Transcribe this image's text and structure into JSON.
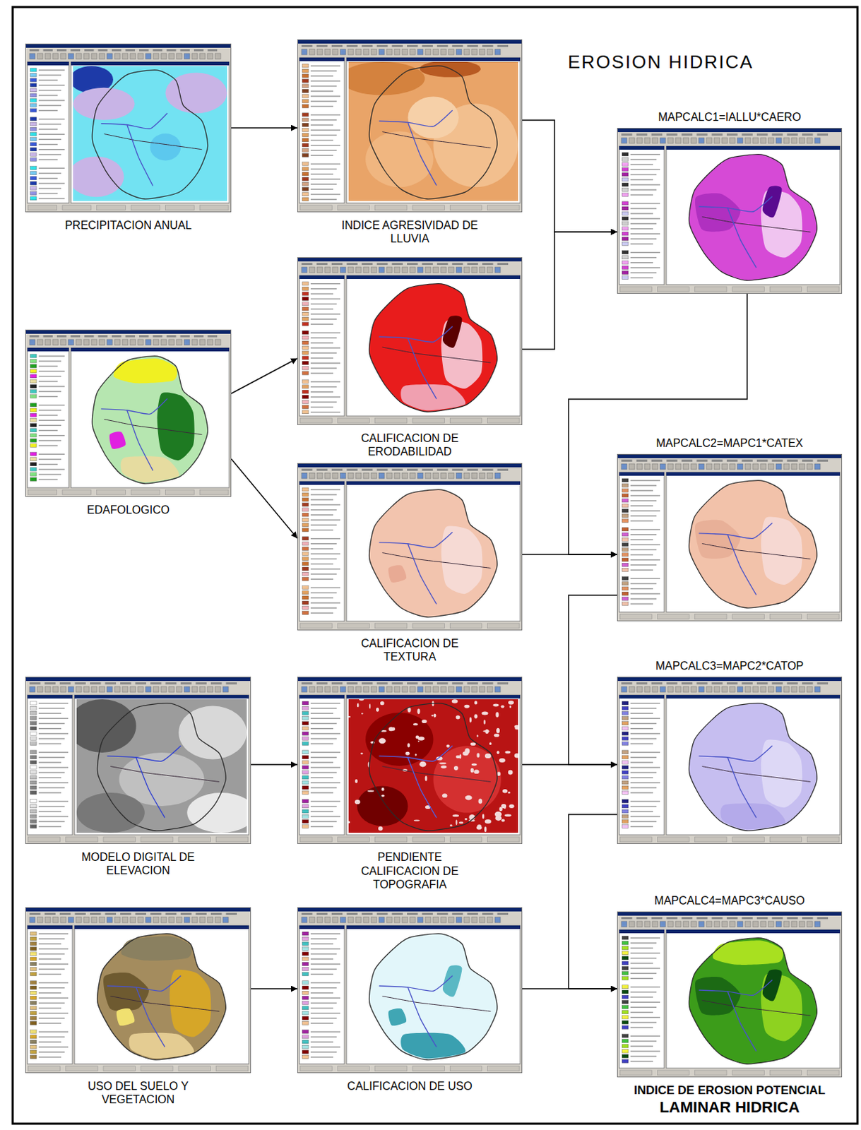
{
  "diagram": {
    "title": "EROSION HIDRICA",
    "nodes": [
      {
        "text": [
          "PRECIPITACION ANUAL"
        ]
      },
      {
        "text": [
          "INDICE AGRESIVIDAD DE LLUVIA"
        ]
      },
      {
        "text": [
          "MAPCALC1=IALLU*CAERO"
        ]
      },
      {
        "text": [
          "CALIFICACION DE ERODABILIDAD"
        ]
      },
      {
        "text": [
          "EDAFOLOGICO"
        ]
      },
      {
        "text": [
          "MAPCALC2=MAPC1*CATEX"
        ]
      },
      {
        "text": [
          "CALIFICACION DE TEXTURA"
        ]
      },
      {
        "text": [
          "MAPCALC3=MAPC2*CATOP"
        ]
      },
      {
        "text": [
          "MODELO DIGITAL DE ELEVACION"
        ]
      },
      {
        "text": [
          "PENDIENTE",
          "CALIFICACION DE TOPOGRAFIA"
        ]
      },
      {
        "text": [
          "USO DEL SUELO Y VEGETACION"
        ]
      },
      {
        "text": [
          "CALIFICACION DE USO"
        ]
      },
      {
        "text": [
          "MAPCALC4=MAPC3*CAUSO",
          "INDICE DE EROSION POTENCIAL",
          "LAMINAR HIDRICA"
        ]
      }
    ],
    "edges": [
      {
        "from": 0,
        "to": 1,
        "arrow": "to"
      },
      {
        "from": 1,
        "to": 2,
        "arrow": "to"
      },
      {
        "from": 3,
        "to": 2,
        "arrow": "to"
      },
      {
        "from": 4,
        "to": 3,
        "arrow": "to"
      },
      {
        "from": 4,
        "to": 6,
        "arrow": "to"
      },
      {
        "from": 2,
        "to": 5,
        "arrow": "to"
      },
      {
        "from": 6,
        "to": 5,
        "arrow": "to"
      },
      {
        "from": 5,
        "to": 7,
        "arrow": "to"
      },
      {
        "from": 9,
        "to": 7,
        "arrow": "to"
      },
      {
        "from": 8,
        "to": 9,
        "arrow": "to"
      },
      {
        "from": 7,
        "to": 12,
        "arrow": "to"
      },
      {
        "from": 11,
        "to": 12,
        "arrow": "to"
      },
      {
        "from": 10,
        "to": 11,
        "arrow": "to"
      }
    ]
  }
}
